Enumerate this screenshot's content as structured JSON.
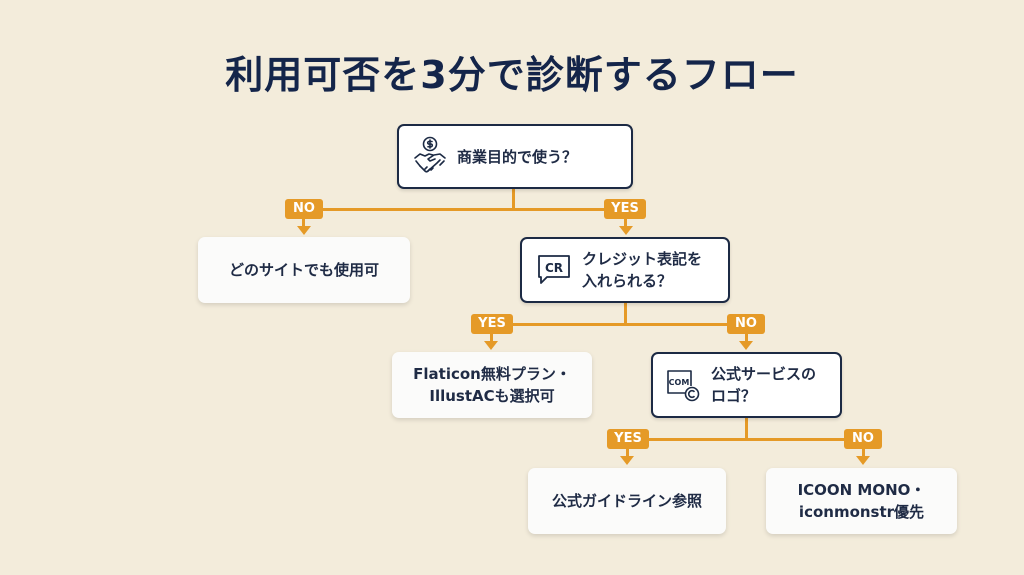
{
  "title": "利用可否を3分で診断するフロー",
  "colors": {
    "background": "#f3ecdb",
    "accent": "#e59a27",
    "text": "#1c2a44"
  },
  "nodes": {
    "q1": {
      "text": "商業目的で使う？",
      "icon": "handshake-dollar-icon"
    },
    "r_no_commercial": {
      "text": "どのサイトでも使用可"
    },
    "q2": {
      "text": "クレジット表記を\n入れられる？",
      "icon": "cr-speech-bubble-icon",
      "icon_text": "CR"
    },
    "r_credit_yes": {
      "text": "Flaticon無料プラン・\nIllustACも選択可"
    },
    "q3": {
      "text": "公式サービスの\nロゴ？",
      "icon": "com-copyright-icon",
      "icon_text": "COM"
    },
    "r_logo_yes": {
      "text": "公式ガイドライン参照"
    },
    "r_logo_no": {
      "text": "ICOON MONO・\niconmonstr優先"
    }
  },
  "branches": {
    "q1_no": "NO",
    "q1_yes": "YES",
    "q2_yes": "YES",
    "q2_no": "NO",
    "q3_yes": "YES",
    "q3_no": "NO"
  }
}
